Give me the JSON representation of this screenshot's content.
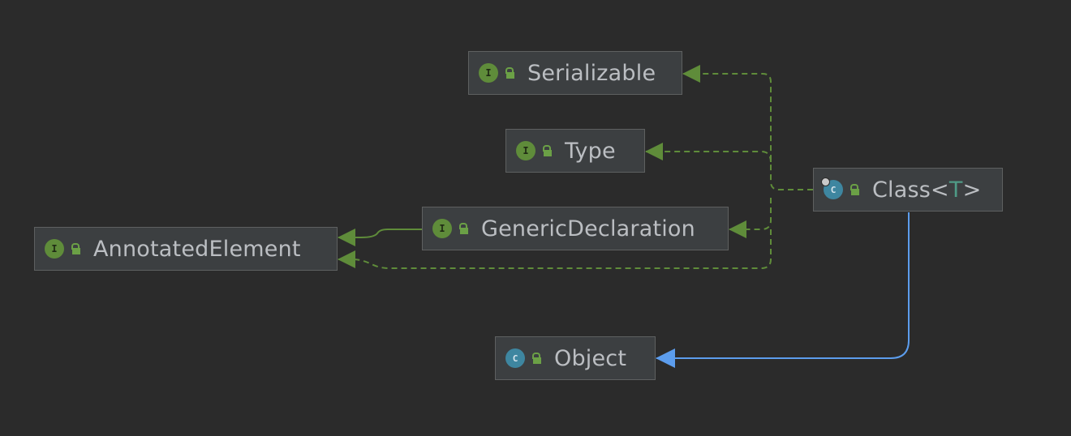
{
  "diagram": {
    "nodes": [
      {
        "id": "serializable",
        "label": "Serializable",
        "kind": "interface",
        "kind_letter": "I"
      },
      {
        "id": "type",
        "label": "Type",
        "kind": "interface",
        "kind_letter": "I"
      },
      {
        "id": "generic-declaration",
        "label": "GenericDeclaration",
        "kind": "interface",
        "kind_letter": "I"
      },
      {
        "id": "annotated-element",
        "label": "AnnotatedElement",
        "kind": "interface",
        "kind_letter": "I"
      },
      {
        "id": "class",
        "label_prefix": "Class<",
        "label_param": "T",
        "label_suffix": ">",
        "kind": "class",
        "kind_letter": "C"
      },
      {
        "id": "object",
        "label": "Object",
        "kind": "class",
        "kind_letter": "C"
      }
    ],
    "edges": [
      {
        "from": "class",
        "to": "serializable",
        "relation": "implements"
      },
      {
        "from": "class",
        "to": "type",
        "relation": "implements"
      },
      {
        "from": "class",
        "to": "generic-declaration",
        "relation": "implements"
      },
      {
        "from": "class",
        "to": "annotated-element",
        "relation": "implements"
      },
      {
        "from": "generic-declaration",
        "to": "annotated-element",
        "relation": "extends"
      },
      {
        "from": "class",
        "to": "object",
        "relation": "extends"
      }
    ],
    "colors": {
      "background": "#2b2b2b",
      "implements_edge": "#5f8c3a",
      "extends_interface_edge": "#5f8c3a",
      "extends_class_edge": "#5c9ded",
      "interface_icon": "#5f8c3a",
      "class_icon": "#3e86a0"
    },
    "icons": {
      "interface": "interface-icon",
      "class": "class-icon",
      "visibility": "public-lock-icon"
    }
  }
}
